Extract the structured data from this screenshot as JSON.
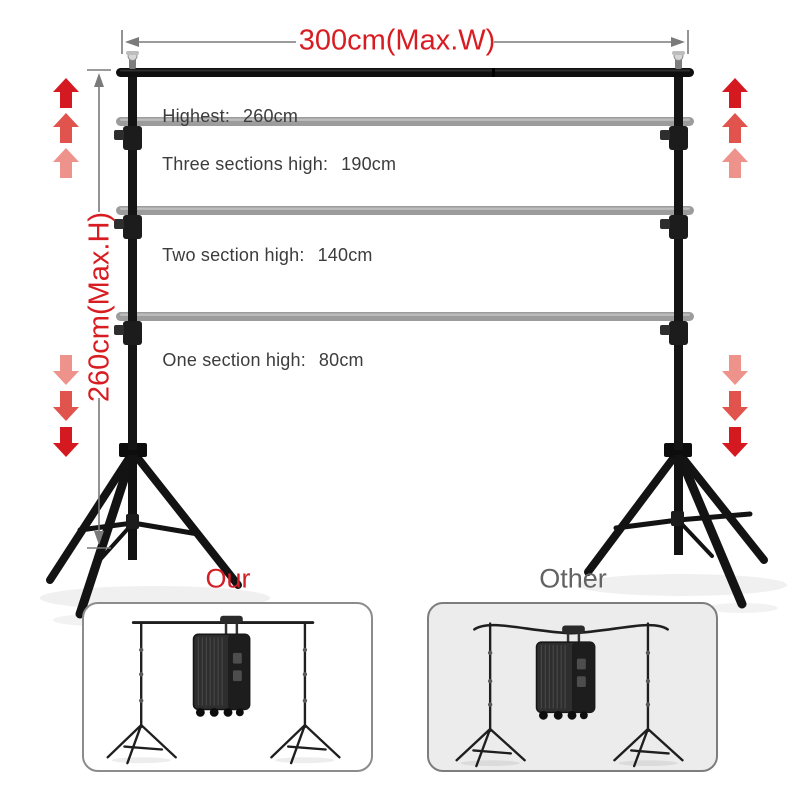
{
  "diagram": {
    "max_width_label": "300cm(Max.W)",
    "max_height_label": "260cm(Max.H)",
    "height_options": [
      {
        "label": "Highest:",
        "value": "260cm"
      },
      {
        "label": "Three sections high:",
        "value": "190cm"
      },
      {
        "label": "Two section high:",
        "value": "140cm"
      },
      {
        "label": "One section high:",
        "value": "80cm"
      }
    ]
  },
  "comparison": {
    "our_label": "Our",
    "other_label": "Other"
  },
  "icons": {
    "up_arrow": "raise-height-indicator",
    "down_arrow": "lower-height-indicator"
  },
  "colors": {
    "accent_red": "#d81d22",
    "arrow_red_dark": "#d41920",
    "arrow_red_mid": "#e1534d",
    "arrow_red_light": "#ee928c",
    "label_gray": "#3c3c3c",
    "other_title_gray": "#636363",
    "ghost_bar_gray": "#9c9c9c",
    "stand_black": "#141414",
    "other_panel_bg": "#ececec"
  }
}
